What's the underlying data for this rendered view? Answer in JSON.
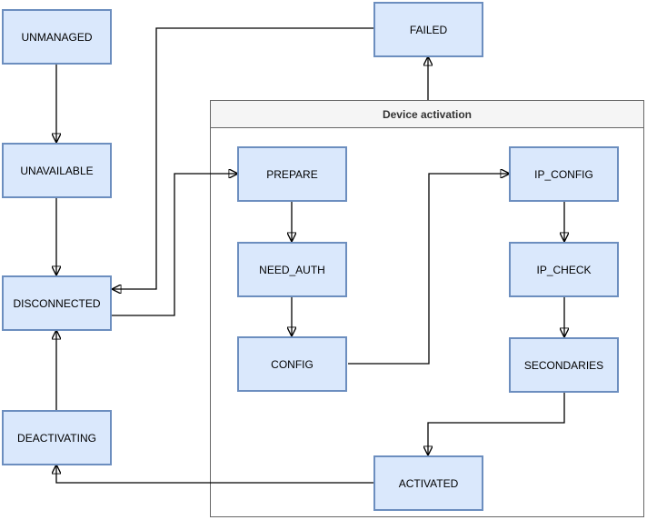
{
  "diagram": {
    "container": {
      "title": "Device activation"
    },
    "nodes": {
      "unmanaged": "UNMANAGED",
      "unavailable": "UNAVAILABLE",
      "disconnected": "DISCONNECTED",
      "deactivating": "DEACTIVATING",
      "failed": "FAILED",
      "prepare": "PREPARE",
      "need_auth": "NEED_AUTH",
      "config": "CONFIG",
      "ip_config": "IP_CONFIG",
      "ip_check": "IP_CHECK",
      "secondaries": "SECONDARIES",
      "activated": "ACTIVATED"
    },
    "edges": [
      {
        "from": "UNMANAGED",
        "to": "UNAVAILABLE"
      },
      {
        "from": "UNAVAILABLE",
        "to": "DISCONNECTED"
      },
      {
        "from": "DEACTIVATING",
        "to": "DISCONNECTED"
      },
      {
        "from": "ACTIVATED",
        "to": "DEACTIVATING"
      },
      {
        "from": "FAILED",
        "to": "DISCONNECTED"
      },
      {
        "from": "DISCONNECTED",
        "to": "PREPARE"
      },
      {
        "from": "Device activation",
        "to": "FAILED"
      },
      {
        "from": "PREPARE",
        "to": "NEED_AUTH"
      },
      {
        "from": "NEED_AUTH",
        "to": "CONFIG"
      },
      {
        "from": "CONFIG",
        "to": "IP_CONFIG"
      },
      {
        "from": "IP_CONFIG",
        "to": "IP_CHECK"
      },
      {
        "from": "IP_CHECK",
        "to": "SECONDARIES"
      },
      {
        "from": "SECONDARIES",
        "to": "ACTIVATED"
      }
    ],
    "colors": {
      "node_fill": "#dae8fc",
      "node_border": "#6c8ebf",
      "container_header_fill": "#f5f5f5",
      "container_border": "#666666",
      "arrow": "#000000",
      "background": "#ffffff"
    }
  }
}
